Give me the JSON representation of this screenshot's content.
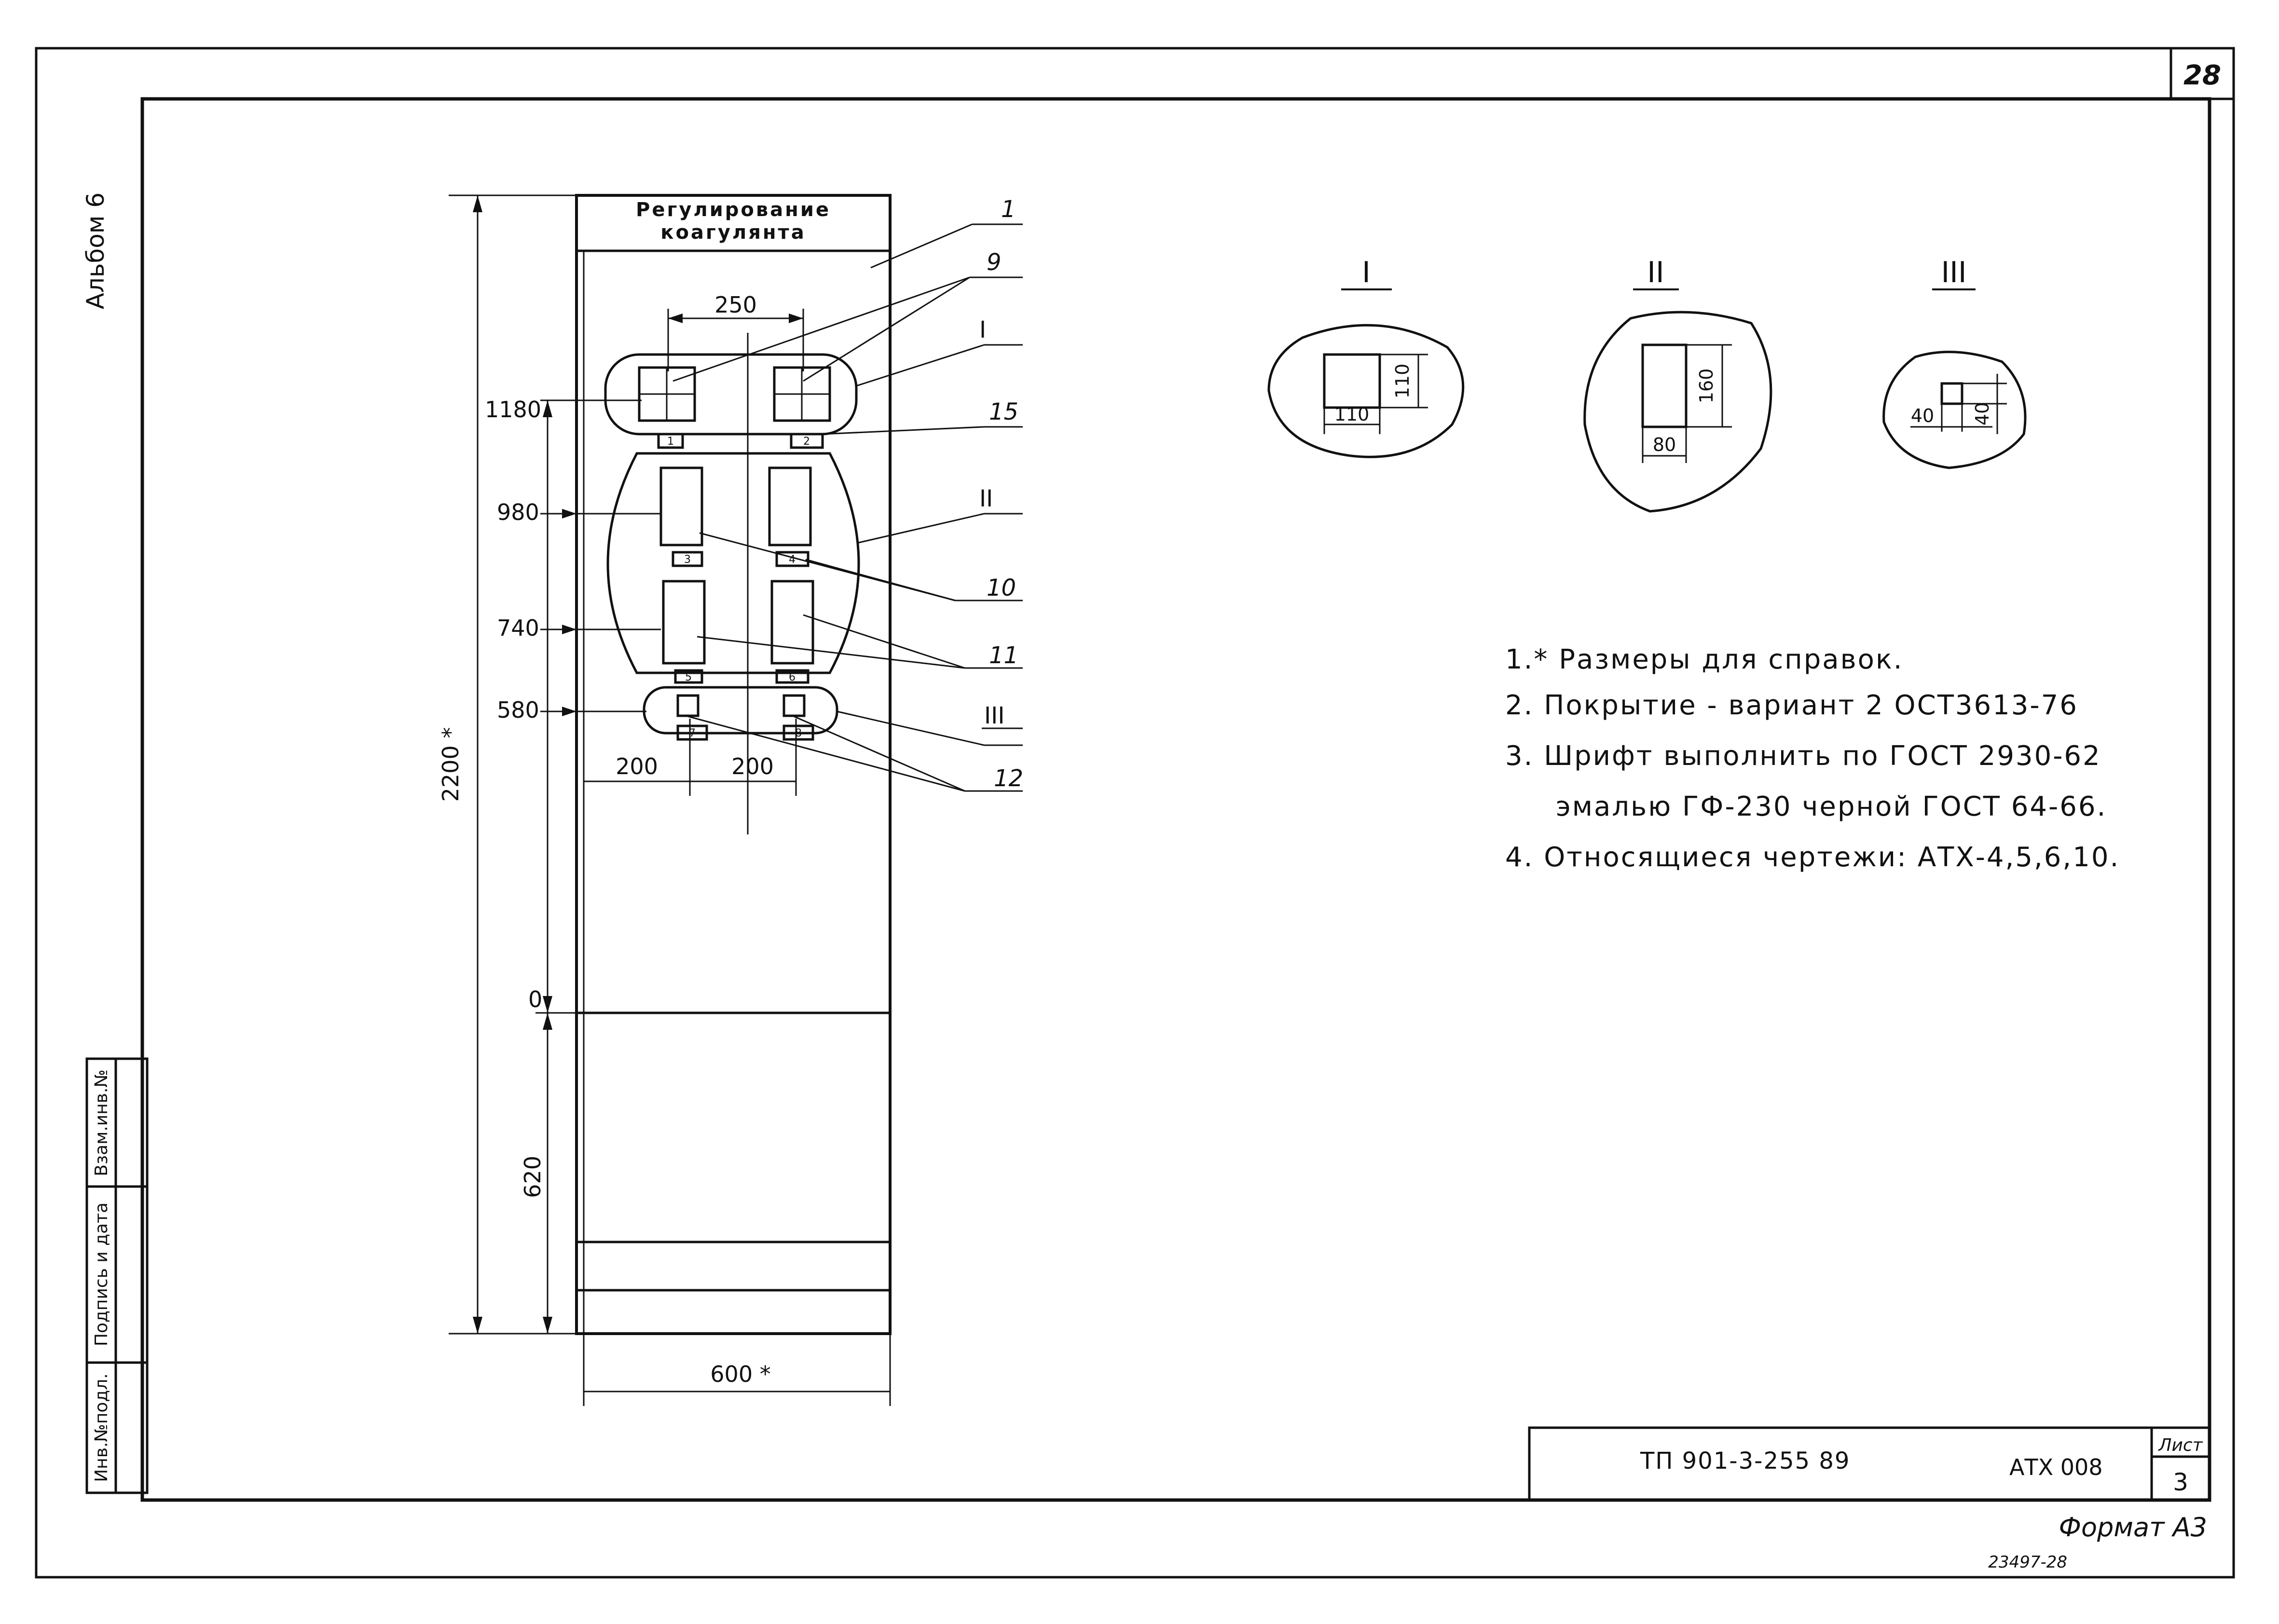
{
  "sheet_number": "28",
  "album_label": "Альбом 6",
  "side_stamp": {
    "field_1": "Инв.№подл.",
    "field_2": "Подпись и дата",
    "field_3": "Взам.инв.№"
  },
  "panel": {
    "title_line_1": "Регулирование",
    "title_line_2": "коагулянта",
    "devices": [
      "1",
      "2",
      "3",
      "4",
      "5",
      "6",
      "7",
      "8"
    ]
  },
  "dimensions": {
    "width_250": "250",
    "level_1180": "1180",
    "level_980": "980",
    "level_740": "740",
    "level_580": "580",
    "level_0": "0",
    "height_620": "620",
    "height_total": "2200 *",
    "spacing_left": "200",
    "spacing_right": "200",
    "panel_width": "600 *"
  },
  "callouts": [
    "1",
    "9",
    "I",
    "15",
    "II",
    "10",
    "11",
    "III",
    "12"
  ],
  "details": [
    {
      "roman": "I",
      "width": "110",
      "height": "110"
    },
    {
      "roman": "II",
      "width": "80",
      "height": "160"
    },
    {
      "roman": "III",
      "width": "40",
      "height": "40"
    }
  ],
  "notes": [
    "1.* Размеры для справок.",
    "2. Покрытие - вариант 2 ОСТ3613-76",
    "3. Шрифт выполнить по ГОСТ 2930-62",
    "эмалью ГФ-230 черной ГОСТ 64-66.",
    "4. Относящиеся чертежи: АТХ-4,5,6,10."
  ],
  "title_block": {
    "project_code": "ТП 901-3-255 89",
    "drawing_code": "АТХ 008",
    "sheet_label": "Лист",
    "sheet_value": "3"
  },
  "format_label": "Формат А3",
  "archive_number": "23497-28"
}
